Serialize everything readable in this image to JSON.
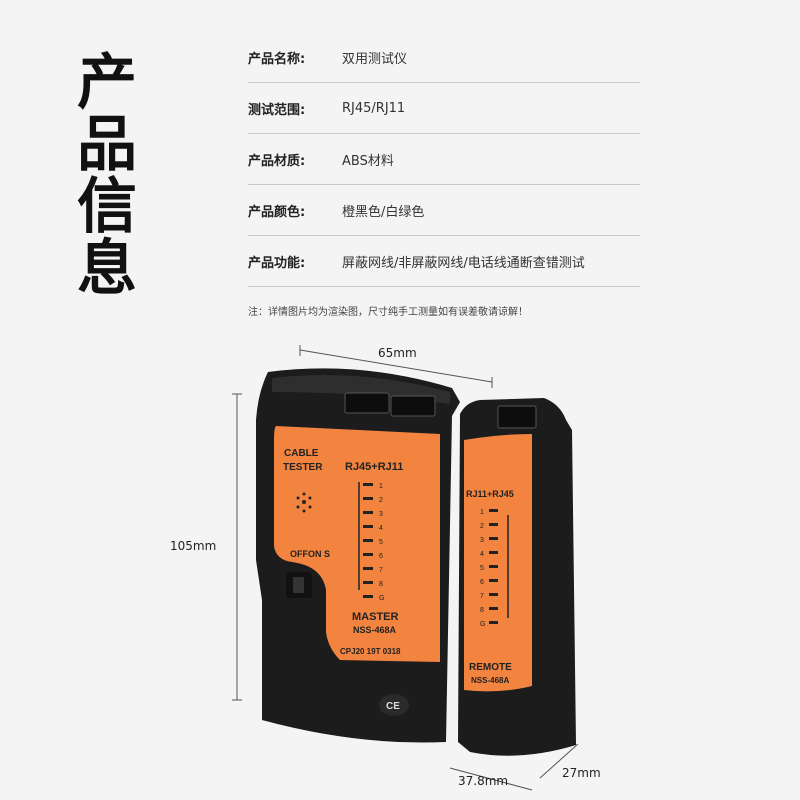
{
  "side_title": [
    "产",
    "品",
    "信",
    "息"
  ],
  "specs": [
    {
      "label": "产品名称:",
      "value": "双用测试仪"
    },
    {
      "label": "测试范围:",
      "value": "RJ45/RJ11"
    },
    {
      "label": "产品材质:",
      "value": "ABS材料"
    },
    {
      "label": "产品颜色:",
      "value": "橙黑色/白绿色"
    },
    {
      "label": "产品功能:",
      "value": "屏蔽网线/非屏蔽网线/电话线通断查错测试"
    }
  ],
  "note": "注：详情图片均为渲染图，尺寸纯手工测量如有误差敬请谅解！",
  "dimensions": {
    "width": "65mm",
    "height": "105mm",
    "remote_width": "37.8mm",
    "depth": "27mm"
  },
  "master": {
    "brand": "CABLE TESTER",
    "port": "RJ45+RJ11",
    "leds": [
      "1",
      "2",
      "3",
      "4",
      "5",
      "6",
      "7",
      "8",
      "G"
    ],
    "switch": "OFFON S",
    "name": "MASTER",
    "model": "NSS-468A",
    "code": "CPJ20 19T 0318",
    "ce": "CE"
  },
  "remote": {
    "port": "RJ11+RJ45",
    "leds": [
      "1",
      "2",
      "3",
      "4",
      "5",
      "6",
      "7",
      "8",
      "G"
    ],
    "name": "REMOTE",
    "model": "NSS-468A"
  },
  "colors": {
    "orange": "#f2843f",
    "body": "#1c1c1c"
  }
}
